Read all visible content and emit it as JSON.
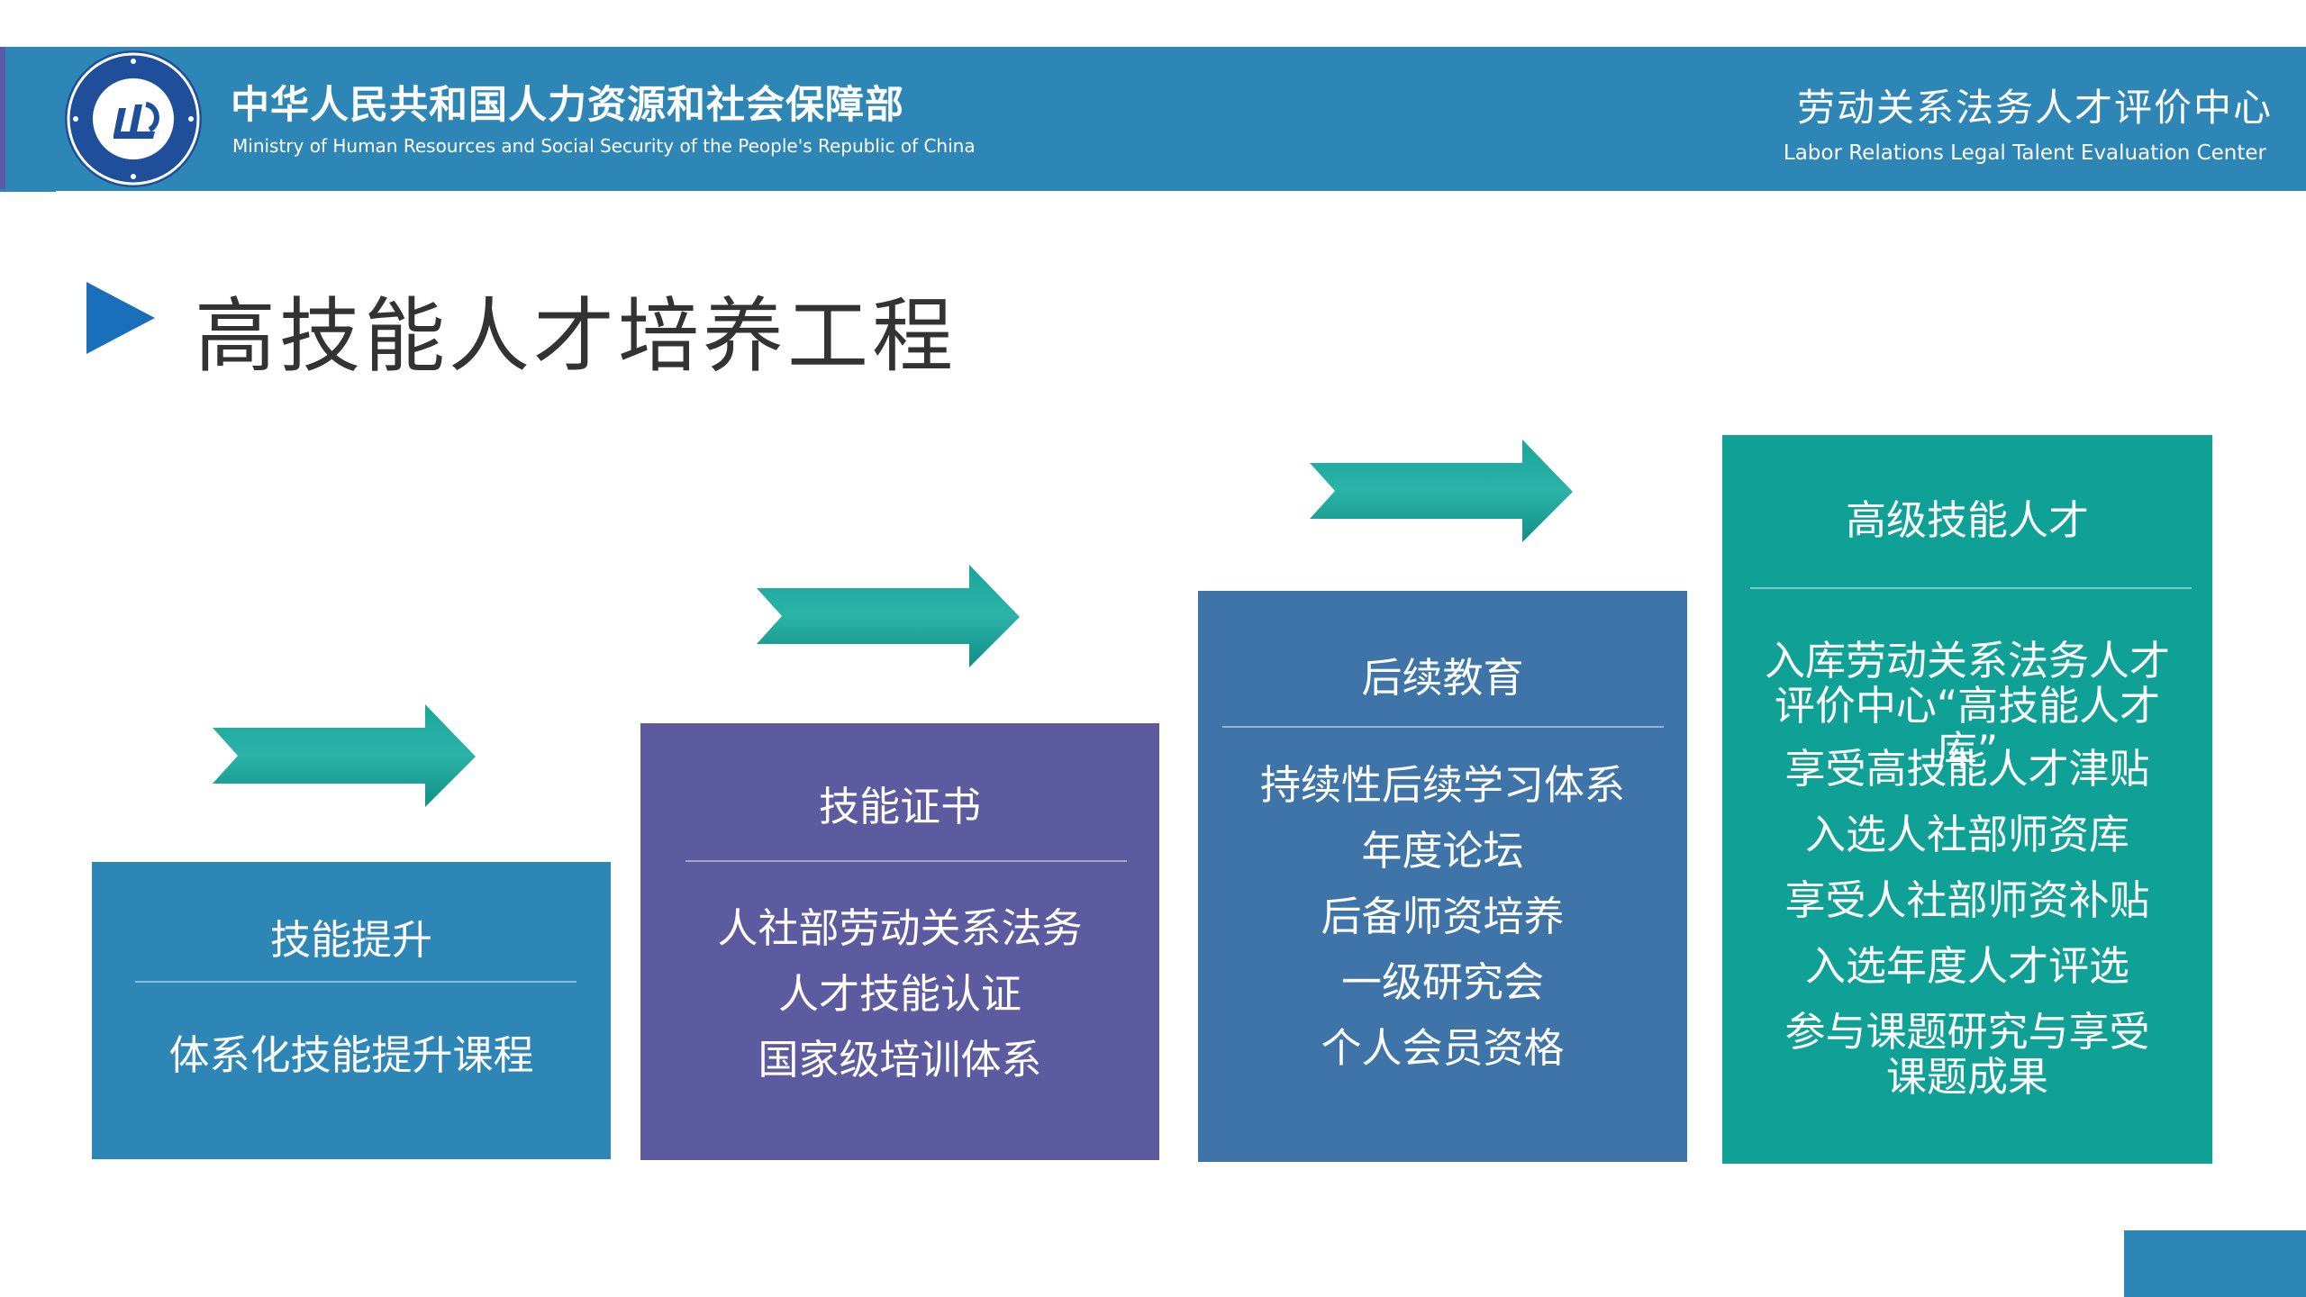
{
  "header": {
    "ministry_cn": "中华人民共和国人力资源和社会保障部",
    "ministry_en": "Ministry of Human Resources and Social Security of the People's Republic of China",
    "center_cn": "劳动关系法务人才评价中心",
    "center_en": "Labor Relations Legal Talent Evaluation Center",
    "logo_icon": "ministry-seal-icon"
  },
  "page": {
    "title": "高技能人才培养工程"
  },
  "steps": [
    {
      "title": "技能提升",
      "items": [
        "体系化技能提升课程"
      ]
    },
    {
      "title": "技能证书",
      "items": [
        "人社部劳动关系法务",
        "人才技能认证",
        "国家级培训体系"
      ]
    },
    {
      "title": "后续教育",
      "items": [
        "持续性后续学习体系",
        "年度论坛",
        "后备师资培养",
        "一级研究会",
        "个人会员资格"
      ]
    },
    {
      "title": "高级技能人才",
      "items": [
        "入库劳动关系法务人才评价中心“高技能人才库”",
        "享受高技能人才津贴",
        "入选人社部师资库",
        "享受人社部师资补贴",
        "入选年度人才评选",
        "参与课题研究与享受课题成果"
      ]
    }
  ],
  "colors": {
    "header_bg": "#2e86b7",
    "step1": "#2e86b7",
    "step2": "#5d5b9f",
    "step3": "#3f74a8",
    "step4": "#0fa196",
    "arrow": "#17a99e",
    "title_marker": "#1a6fba"
  }
}
